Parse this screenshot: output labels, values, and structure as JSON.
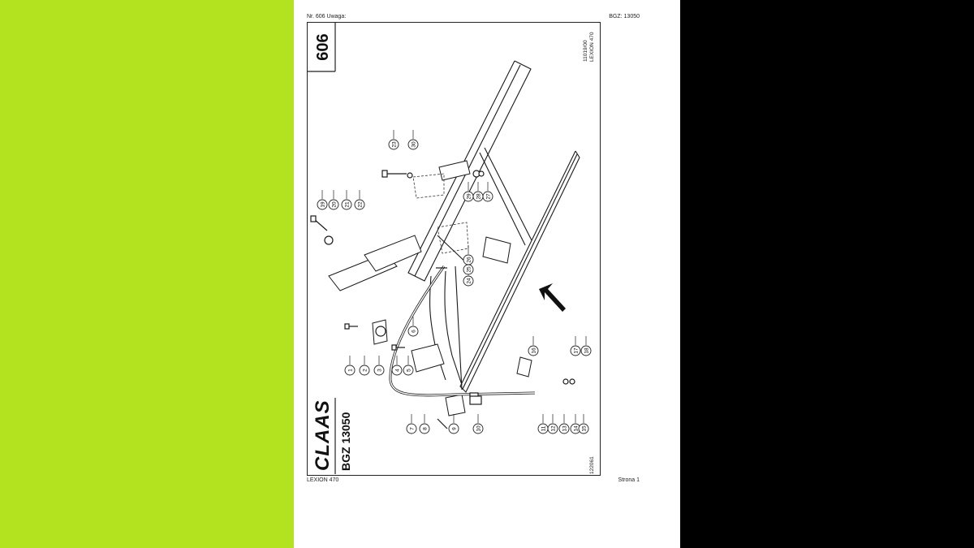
{
  "colors": {
    "left_band": "#b3e21f",
    "right_band": "#000000",
    "page": "#ffffff",
    "ink": "#1a1a1a"
  },
  "header": {
    "left": "Nr. 606   Uwaga:",
    "right": "BGZ: 13050"
  },
  "footer": {
    "left": "LEXION 470",
    "right": "Strona 1"
  },
  "sheet": {
    "page_number": "606",
    "code_top": "11019/00",
    "model_top": "LEXION 470",
    "brand": "CLAAS",
    "title": "BGZ 13050",
    "code_bottom": "122061"
  },
  "callouts": [
    "1",
    "2",
    "3",
    "4",
    "5",
    "6",
    "7",
    "8",
    "9",
    "10",
    "11",
    "12",
    "13",
    "14",
    "15",
    "16",
    "17",
    "18",
    "19",
    "20",
    "21",
    "22",
    "23",
    "24",
    "25",
    "26",
    "27",
    "28",
    "29",
    "30"
  ],
  "icons": {
    "direction": "arrow-up-left-icon"
  }
}
